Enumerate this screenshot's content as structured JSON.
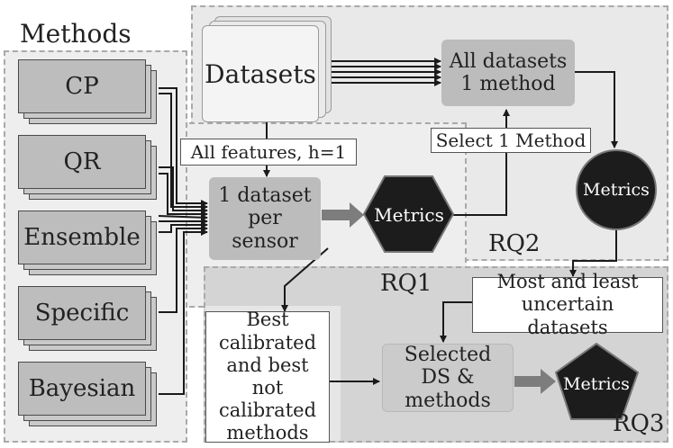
{
  "methods_title": "Methods",
  "methods": [
    "CP",
    "QR",
    "Ensemble",
    "Specific",
    "Bayesian"
  ],
  "datasets_label": "Datasets",
  "all_features_label": "All features, h=1",
  "one_dataset_label": "1 dataset per sensor",
  "metrics_label": "Metrics",
  "rq1_label": "RQ1",
  "select_method_label": "Select 1 Method",
  "all_datasets_label": "All datasets 1 method",
  "rq2_label": "RQ2",
  "most_least_label": "Most and least uncertain datasets",
  "best_calibrated_label": "Best calibrated and best not calibrated methods",
  "selected_ds_label": "Selected DS & methods",
  "rq3_label": "RQ3",
  "colors": {
    "node_fill": "#bcbcbc",
    "metrics_fill": "#1c1c1c",
    "region_fill": "#ececec",
    "rq3_fill": "#d6d6d6",
    "arrow_gray": "#7d7d7d"
  }
}
